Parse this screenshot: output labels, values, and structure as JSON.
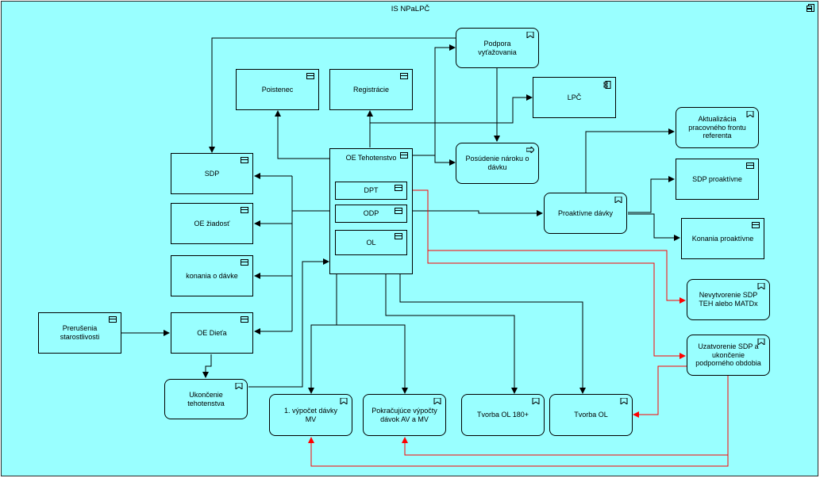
{
  "diagram": {
    "title": "IS NPaLPČ",
    "nodes": {
      "podpora": "Podpora vyťažovania",
      "poistenec": "Poistenec",
      "registracie": "Registrácie",
      "lpc": "LPČ",
      "aktualizacia": "Aktualizácia pracovného frontu referenta",
      "oe_tehotenstvo": "OE Tehotenstvo",
      "dpt": "DPT",
      "odp": "ODP",
      "ol": "OL",
      "posudenie": "Posúdenie nároku o dávku",
      "sdp": "SDP",
      "oe_ziadost": "OE žiadosť",
      "konania_o_davke": "konania o dávke",
      "prerusenia": "Prerušenia starostlivosti",
      "oe_dieta": "OE Dieťa",
      "ukoncenie": "Ukončenie tehotenstva",
      "proaktivne_davky": "Proaktívne dávky",
      "sdp_proaktivne": "SDP proaktívne",
      "konania_proaktivne": "Konania proaktívne",
      "nevytvorenie": "Nevytvorenie SDP TEH alebo MATDx",
      "uzatvorenie": "Uzatvorenie SDP a ukončenie podporného obdobia",
      "vypocet_mv": "1. výpočet dávky MV",
      "pokracujuce": "Pokračujúce výpočty dávok AV a MV",
      "tvorba_ol_180": "Tvorba OL 180+",
      "tvorba_ol": "Tvorba OL"
    },
    "colors": {
      "background": "#99ffff",
      "line": "#000000",
      "highlight": "#ff0000"
    }
  }
}
